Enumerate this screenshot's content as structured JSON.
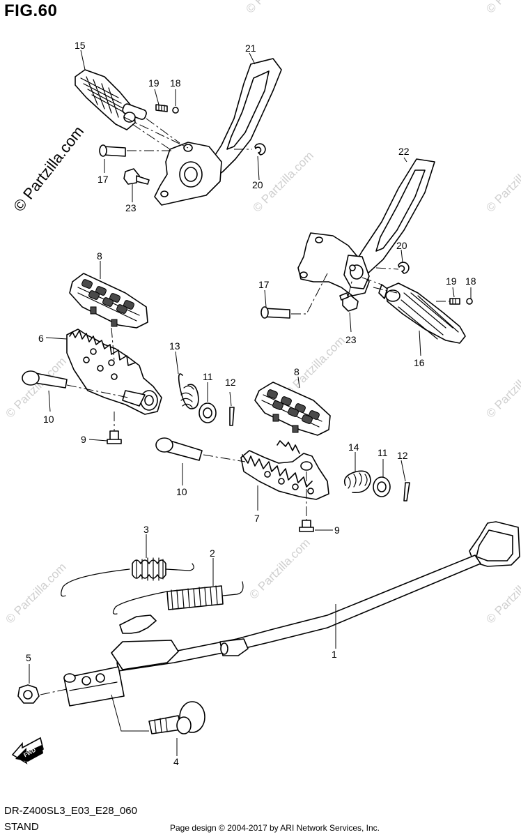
{
  "header": {
    "figure_title": "FIG.60"
  },
  "footer": {
    "model_code": "DR-Z400SL3_E03_E28_060",
    "section_name": "STAND",
    "credit": "Page design © 2004-2017 by ARI Network Services, Inc."
  },
  "watermark": {
    "text": "© Partzilla.com"
  },
  "callouts": {
    "c1": "1",
    "c2": "2",
    "c3": "3",
    "c4": "4",
    "c5": "5",
    "c6": "6",
    "c7": "7",
    "c8a": "8",
    "c8b": "8",
    "c9a": "9",
    "c9b": "9",
    "c10a": "10",
    "c10b": "10",
    "c11a": "11",
    "c11b": "11",
    "c12a": "12",
    "c12b": "12",
    "c13": "13",
    "c14": "14",
    "c15": "15",
    "c16": "16",
    "c17a": "17",
    "c17b": "17",
    "c18a": "18",
    "c18b": "18",
    "c19a": "19",
    "c19b": "19",
    "c20a": "20",
    "c20b": "20",
    "c21": "21",
    "c22": "22",
    "c23a": "23",
    "c23b": "23"
  },
  "fwd_label": "FWD"
}
